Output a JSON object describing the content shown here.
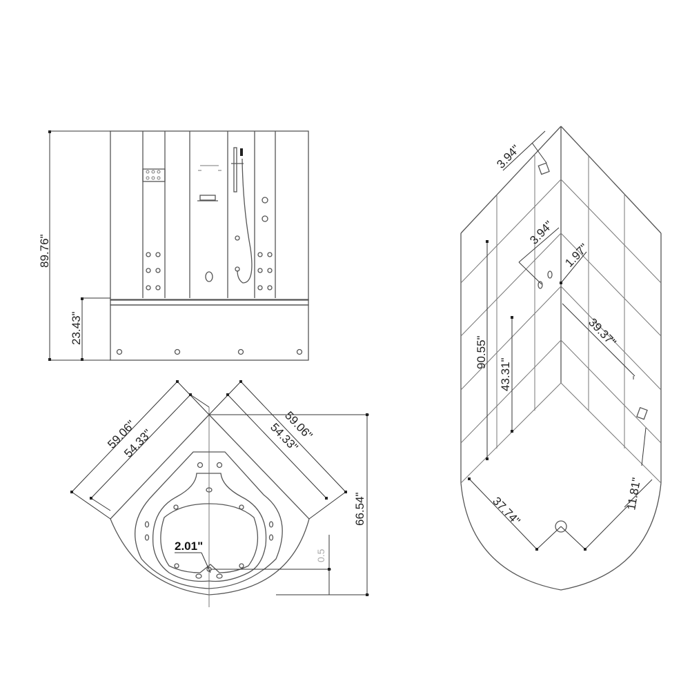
{
  "front_elevation": {
    "overall_height": "89.76\"",
    "tub_height": "23.43\""
  },
  "top_plan": {
    "outer_side_left": "59.06\"",
    "inner_side_left": "54.33\"",
    "outer_side_right": "59.06\"",
    "inner_side_right": "54.33\"",
    "depth": "66.54\"",
    "drain_offset": "2.01\"",
    "partial_dim": "0.5"
  },
  "isometric": {
    "top_offset": "3.94\"",
    "valve_spacing": "3.94\"",
    "valve_offset": "1.97\"",
    "wall_width": "39.37\"",
    "total_height": "90.55\"",
    "valve_height": "43.31\"",
    "front_width": "37.74\"",
    "side_offset": "11.81\""
  }
}
